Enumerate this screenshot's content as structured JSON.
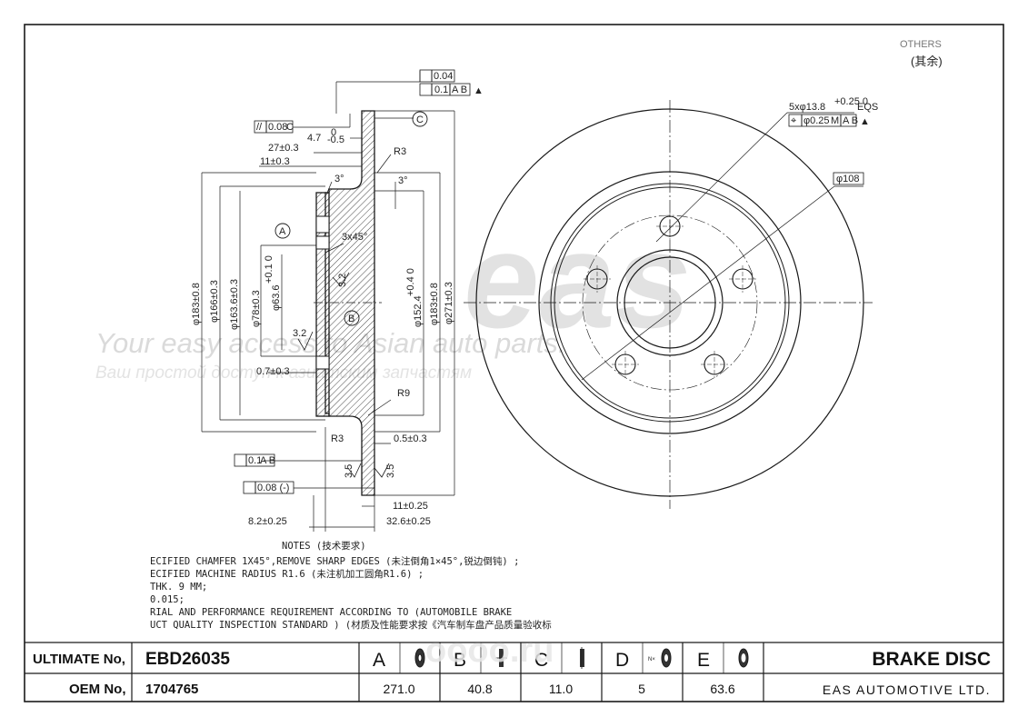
{
  "header": {
    "others_label": "OTHERS",
    "others_cn": "(其余)"
  },
  "watermark": {
    "logo": "eas",
    "tagline": "Your easy access to Asian auto parts.",
    "tagline_ru": "Ваш простой доступ к азиатским запчастям"
  },
  "section_dims": {
    "flatness_top": "0.04",
    "runout_top": "0.1",
    "runout_top_ref": "A B",
    "parallel": "0.08",
    "parallel_ref": "C",
    "datum_c": "C",
    "datum_a": "A",
    "datum_b": "B",
    "hat_thickness": "4.7",
    "hat_thickness_tol_upper": "0",
    "hat_thickness_tol_lower": "-0.5",
    "dim_27": "27±0.3",
    "dim_11_top": "11±0.3",
    "radius_r3_top": "R3",
    "angle_3_left": "3°",
    "angle_3_right": "3°",
    "chamfer": "3x45°",
    "roughness_32_a": "3.2",
    "roughness_32_b": "3.2",
    "dim_07": "0.7±0.3",
    "radius_r9": "R9",
    "radius_r3_bottom": "R3",
    "dim_05": "0.5±0.3",
    "runout_bottom": "0.1",
    "runout_bottom_ref": "A B",
    "flatness_bottom": "0.08 (-)",
    "roughness_35_a": "3.5",
    "roughness_35_b": "3.5",
    "dim_11_bottom": "11±0.25",
    "dim_82": "8.2±0.25",
    "dim_326": "32.6±0.25",
    "dia_183_left": "φ183±0.8",
    "dia_166": "φ166±0.3",
    "dia_1636": "φ163.6±0.3",
    "dia_78": "φ78±0.3",
    "dia_636": "φ63.6",
    "dia_636_tol": "+0.1 0",
    "dia_1524": "φ152.4",
    "dia_1524_tol": "+0.4 0",
    "dia_183_right": "φ183±0.8",
    "dia_271": "φ271±0.3"
  },
  "face_dims": {
    "holes": "5xφ13.8",
    "holes_tol": "+0.25 0",
    "holes_eqs": "EQS",
    "position_tol": "φ0.25",
    "position_mod": "M",
    "position_ref": "A B",
    "pcd": "φ108"
  },
  "notes": {
    "title": "NOTES (技术要求)",
    "lines": [
      "ECIFIED CHAMFER 1X45°,REMOVE SHARP EDGES (未注倒角1×45°,锐边倒钝) ;",
      "ECIFIED MACHINE RADIUS R1.6 (未注机加工圆角R1.6) ;",
      "THK. 9 MM;",
      "0.015;",
      "RIAL AND PERFORMANCE REQUIREMENT ACCORDING TO (AUTOMOBILE BRAKE",
      "UCT QUALITY INSPECTION STANDARD ) (材质及性能要求按《汽车制车盘产品质量验收标"
    ]
  },
  "title_block": {
    "ultimate_label": "ULTIMATE No,",
    "ultimate_value": "EBD26035",
    "oem_label": "OEM No,",
    "oem_value": "1704765",
    "columns": [
      {
        "letter": "A",
        "value": "271.0",
        "icon": "disc-diameter-icon"
      },
      {
        "letter": "B",
        "value": "40.8",
        "icon": "disc-height-icon"
      },
      {
        "letter": "C",
        "value": "11.0",
        "icon": "disc-thickness-icon"
      },
      {
        "letter": "D",
        "value": "5",
        "icon": "bolt-holes-icon"
      },
      {
        "letter": "E",
        "value": "63.6",
        "icon": "center-bore-icon"
      }
    ],
    "product": "BRAKE DISC",
    "company": "EAS AUTOMOTIVE LTD.",
    "overlay_logo": "oooo.ru"
  },
  "colors": {
    "line": "#1a1a1a",
    "watermark": "#d6d6d6",
    "overlay": "#e4e4e4"
  }
}
